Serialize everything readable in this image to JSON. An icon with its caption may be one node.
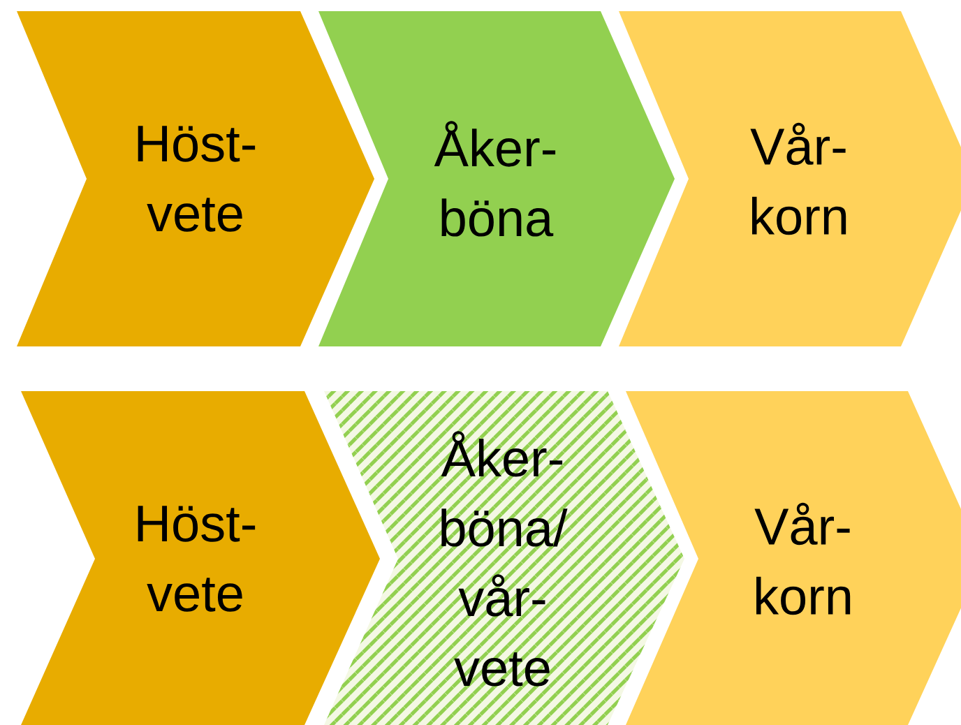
{
  "diagram": {
    "nodes": [
      {
        "text": [
          "Höst- vete"
        ]
      },
      {
        "text": [
          "Åker- böna"
        ]
      },
      {
        "text": [
          "Vår- korn"
        ]
      },
      {
        "text": [
          "Höst- vete"
        ]
      },
      {
        "text": [
          "Åker- böna/ vår- vete"
        ]
      },
      {
        "text": [
          "Vår- korn"
        ]
      }
    ]
  }
}
